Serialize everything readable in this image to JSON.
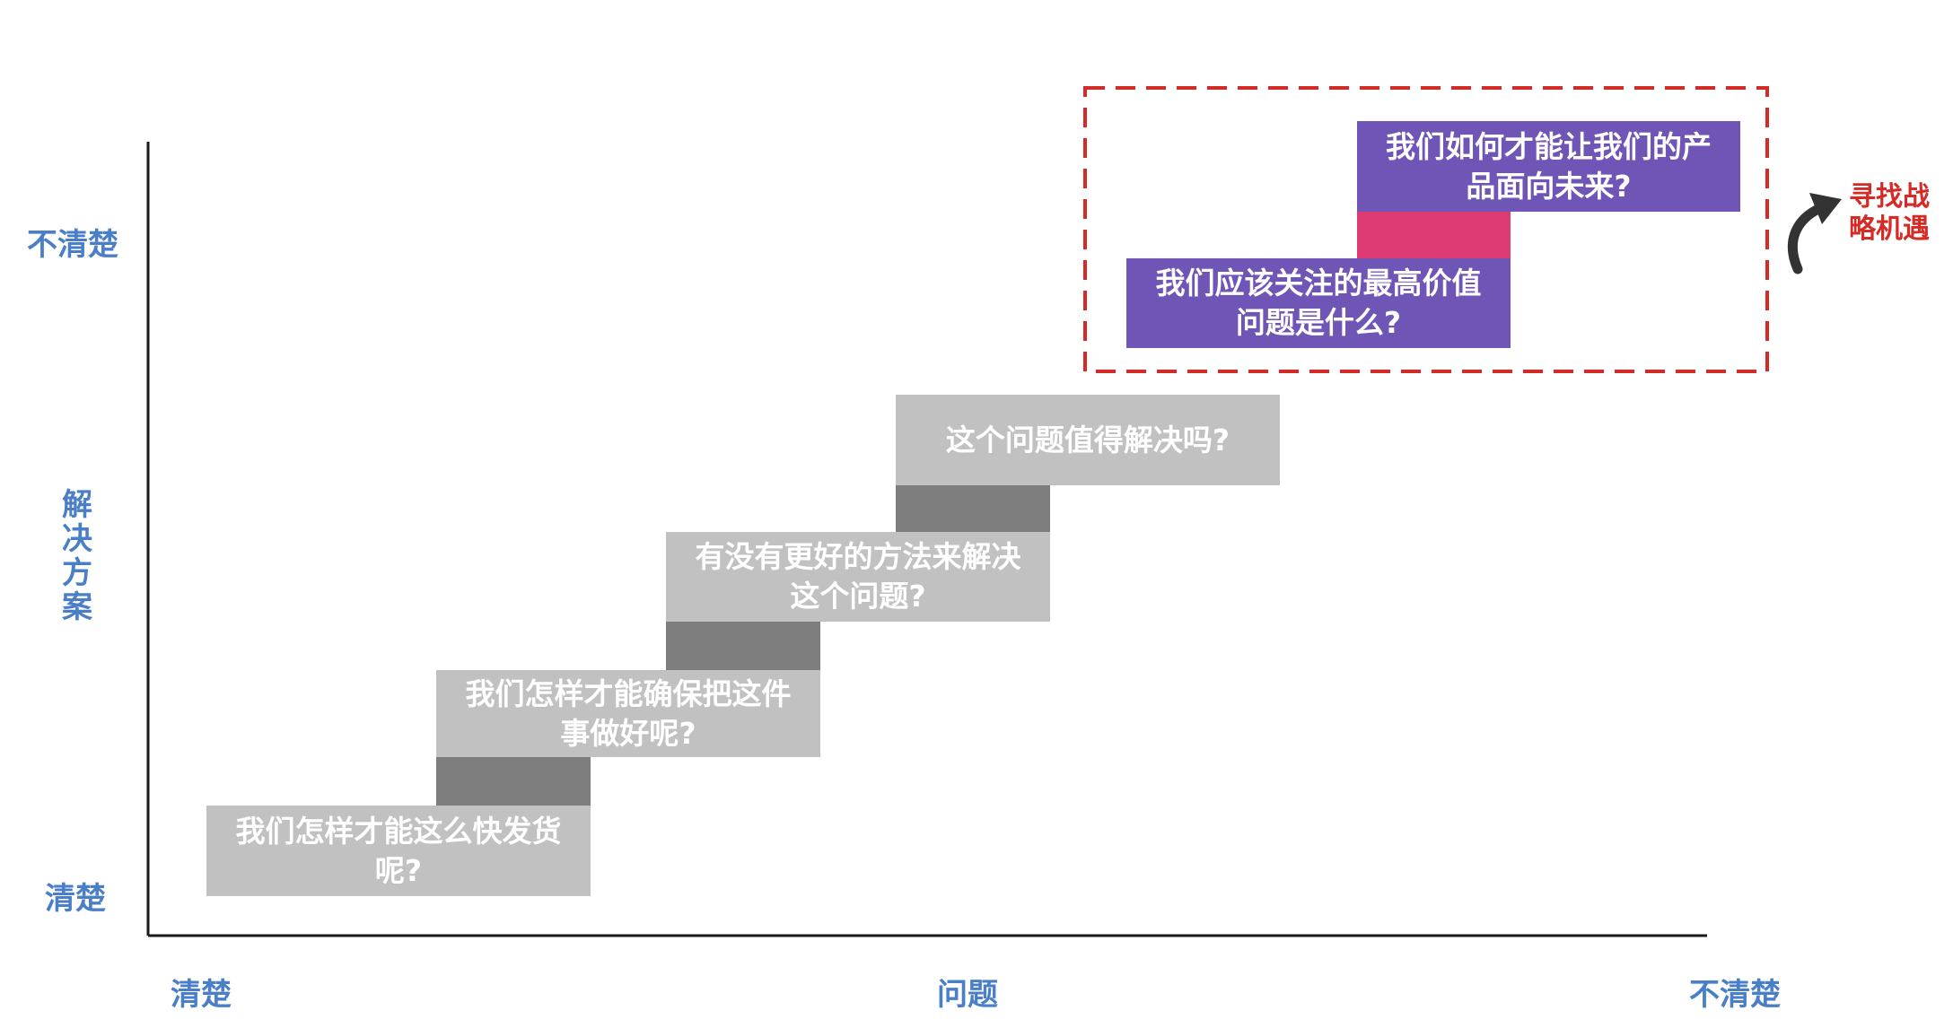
{
  "axes": {
    "y_top": "不清楚",
    "y_middle": "解决方案",
    "y_bottom": "清楚",
    "x_left": "清楚",
    "x_middle": "问题",
    "x_right": "不清楚"
  },
  "steps": [
    {
      "text": "我们怎样才能这么快发货呢?"
    },
    {
      "text": "我们怎样才能确保把这件事做好呢?"
    },
    {
      "text": "有没有更好的方法来解决这个问题?"
    },
    {
      "text": "这个问题值得解决吗?"
    },
    {
      "text": "我们应该关注的最高价值问题是什么?"
    },
    {
      "text": "我们如何才能让我们的产品面向未来?"
    }
  ],
  "callout": {
    "text": "寻找战略机遇"
  },
  "colors": {
    "axis_label": "#4a7fc8",
    "grey_box": "#c1c1c1",
    "dark_connector": "#7d7d7d",
    "purple_box": "#6f55b5",
    "pink_connector": "#de3a74",
    "highlight": "#d52b26"
  }
}
